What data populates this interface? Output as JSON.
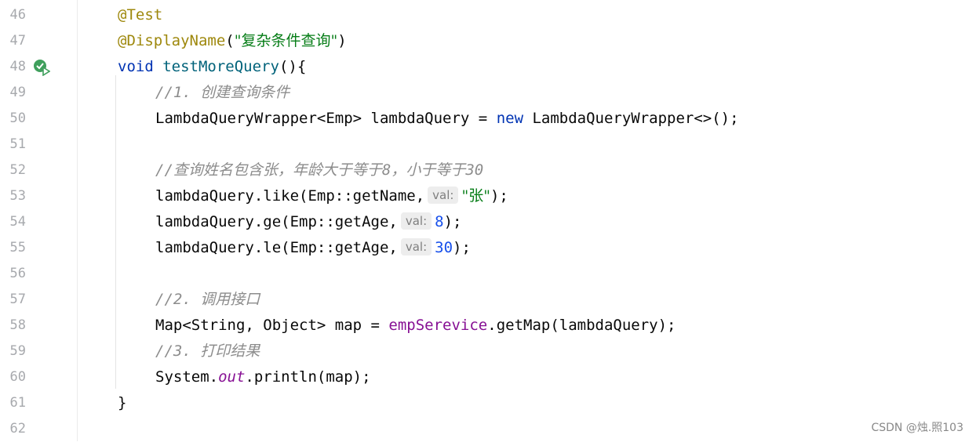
{
  "lines": [
    {
      "num": "46",
      "text": "@Test"
    },
    {
      "num": "47",
      "ann": "@DisplayName",
      "open": "(",
      "str": "\"复杂条件查询\"",
      "close": ")"
    },
    {
      "num": "48",
      "kw": "void",
      "fn": "testMoreQuery",
      "rest": "(){"
    },
    {
      "num": "49",
      "comment": "//1. 创建查询条件"
    },
    {
      "num": "50",
      "pre": "LambdaQueryWrapper<Emp> lambdaQuery = ",
      "kw": "new",
      "post": " LambdaQueryWrapper<>();"
    },
    {
      "num": "51"
    },
    {
      "num": "52",
      "comment": "//查询姓名包含张，年龄大于等于8，小于等于30"
    },
    {
      "num": "53",
      "pre": "lambdaQuery.like(Emp::getName,",
      "hint": "val:",
      "str": "\"张\"",
      "post": ");"
    },
    {
      "num": "54",
      "pre": "lambdaQuery.ge(Emp::getAge,",
      "hint": "val:",
      "value": "8",
      "post": ");"
    },
    {
      "num": "55",
      "pre": "lambdaQuery.le(Emp::getAge,",
      "hint": "val:",
      "value": "30",
      "post": ");"
    },
    {
      "num": "56"
    },
    {
      "num": "57",
      "comment": "//2. 调用接口"
    },
    {
      "num": "58",
      "pre": "Map<String, Object> map = ",
      "field": "empSerevice",
      "post": ".getMap(lambdaQuery);"
    },
    {
      "num": "59",
      "comment": "//3. 打印结果"
    },
    {
      "num": "60",
      "pre": "System.",
      "static": "out",
      "post": ".println(map);"
    },
    {
      "num": "61",
      "text": "}"
    },
    {
      "num": "62"
    }
  ],
  "run_icon": "run-test-icon",
  "watermark": "CSDN @烛.照103"
}
